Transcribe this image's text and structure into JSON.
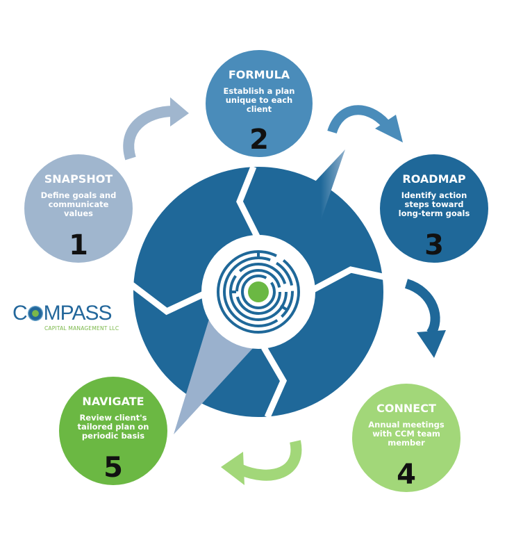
{
  "steps": [
    {
      "title": "SNAPSHOT",
      "desc": "Define goals and communicate values",
      "number": "1",
      "color": "#a0b6ce"
    },
    {
      "title": "FORMULA",
      "desc": "Establish a plan unique to each client",
      "number": "2",
      "color": "#4a8cba"
    },
    {
      "title": "ROADMAP",
      "desc": "Identify action steps toward long-term goals",
      "number": "3",
      "color": "#1f6899"
    },
    {
      "title": "CONNECT",
      "desc": "Annual meetings with CCM team member",
      "number": "4",
      "color": "#a2d779"
    },
    {
      "title": "NAVIGATE",
      "desc": "Review client's tailored plan on periodic basis",
      "number": "5",
      "color": "#6bb843"
    }
  ],
  "logo": {
    "word_a": "C",
    "word_b": "MPASS",
    "sub": "CAPITAL MANAGEMENT LLC"
  },
  "colors": {
    "wheel": "#1f6899",
    "needle_light": "#9ab1cd",
    "maze": "#1f6899",
    "center_dot": "#6bb843",
    "arrow_blue": "#4a8cba",
    "arrow_light": "#a0b6ce",
    "arrow_green": "#a2d779"
  }
}
